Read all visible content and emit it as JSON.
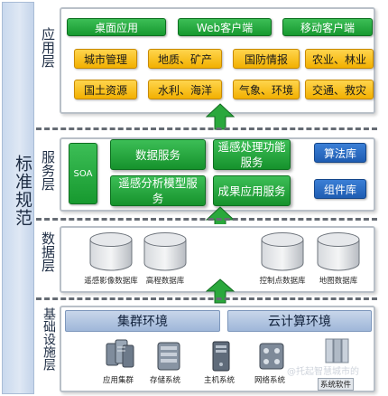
{
  "standard_bar": {
    "label": "标准规范"
  },
  "layers": {
    "application": {
      "label": "应用层",
      "clients": [
        "桌面应用",
        "Web客户端",
        "移动客户端"
      ],
      "domains_row1": [
        "城市管理",
        "地质、矿产",
        "国防情报",
        "农业、林业"
      ],
      "domains_row2": [
        "国土资源",
        "水利、海洋",
        "气象、环境",
        "交通、救灾"
      ]
    },
    "service": {
      "label": "服务层",
      "soa": "SOA",
      "data_service": "数据服务",
      "rs_processing": "遥感处理功能服务",
      "rs_model": "遥感分析模型服务",
      "result_service": "成果应用服务",
      "algorithm_lib": "算法库",
      "component_lib": "组件库"
    },
    "data": {
      "label": "数据层",
      "databases": [
        "遥感影像数据库",
        "高程数据库",
        "控制点数据库",
        "地图数据库"
      ]
    },
    "infrastructure": {
      "label": "基础设施层",
      "cluster": "集群环境",
      "cloud": "云计算环境",
      "devices": [
        "应用集群",
        "存储系统",
        "主机系统",
        "网络系统",
        "系统软件"
      ],
      "watermark": "@托起智慧城市的"
    }
  },
  "colors": {
    "green": "#1fa83a",
    "orange": "#f5b800",
    "blue": "#2a6cc4",
    "arrow_green": "#2aa83c"
  }
}
